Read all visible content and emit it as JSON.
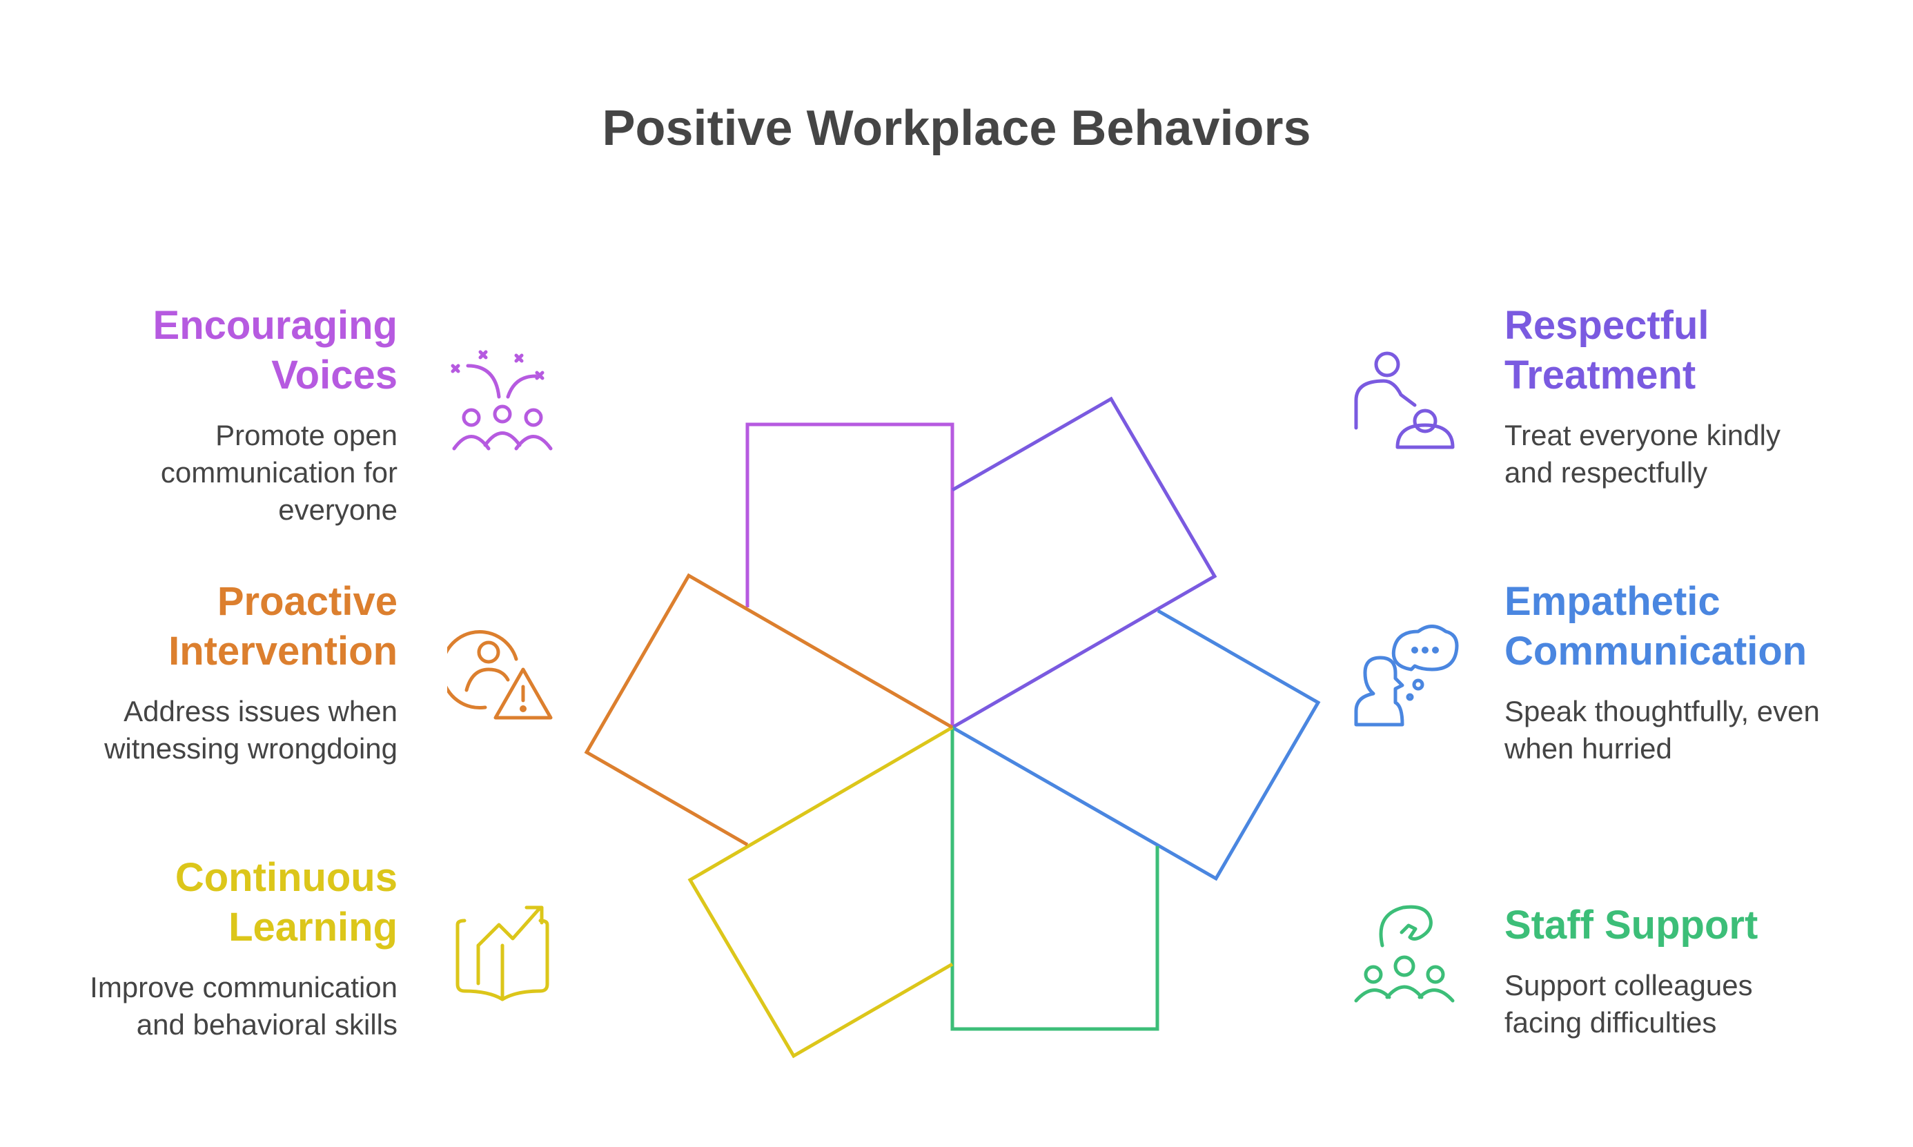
{
  "title": "Positive Workplace Behaviors",
  "items": {
    "encouraging_voices": {
      "heading_line1": "Encouraging",
      "heading_line2": "Voices",
      "desc_line1": "Promote open",
      "desc_line2": "communication for",
      "desc_line3": "everyone",
      "color": "#B65AE0",
      "icon": "celebrating-people-icon"
    },
    "proactive_intervention": {
      "heading_line1": "Proactive",
      "heading_line2": "Intervention",
      "desc_line1": "Address issues when",
      "desc_line2": "witnessing wrongdoing",
      "color": "#DC7F2E",
      "icon": "person-warning-icon"
    },
    "continuous_learning": {
      "heading_line1": "Continuous",
      "heading_line2": "Learning",
      "desc_line1": "Improve communication",
      "desc_line2": "and behavioral skills",
      "color": "#DCC61A",
      "icon": "book-growth-icon"
    },
    "respectful_treatment": {
      "heading_line1": "Respectful",
      "heading_line2": "Treatment",
      "desc_line1": "Treat everyone kindly",
      "desc_line2": "and respectfully",
      "color": "#7A5AE0",
      "icon": "caring-person-icon"
    },
    "empathetic_communication": {
      "heading_line1": "Empathetic",
      "heading_line2": "Communication",
      "desc_line1": "Speak thoughtfully, even",
      "desc_line2": "when hurried",
      "color": "#4A86E0",
      "icon": "person-speech-bubble-icon"
    },
    "staff_support": {
      "heading_line1": "Staff Support",
      "desc_line1": "Support colleagues",
      "desc_line2": "facing difficulties",
      "color": "#3CBE78",
      "icon": "helping-hand-group-icon"
    }
  }
}
